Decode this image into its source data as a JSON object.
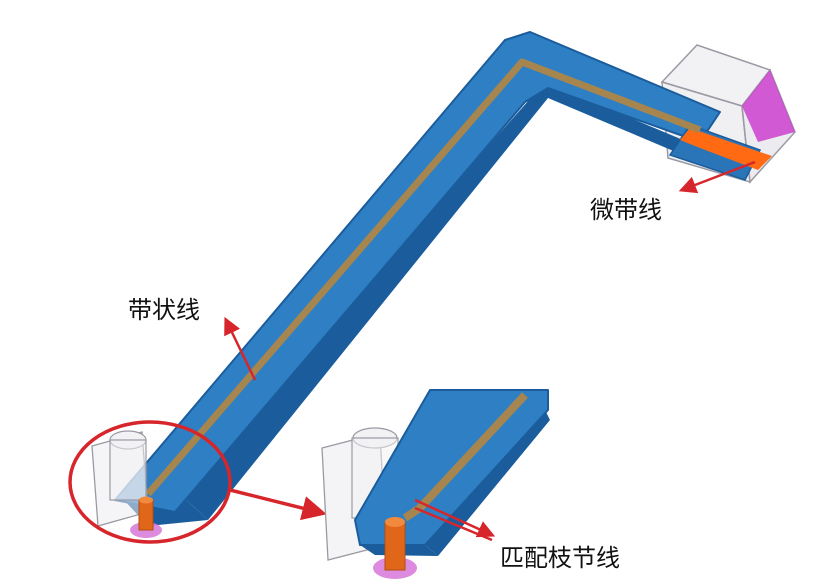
{
  "labels": {
    "microstrip": "微带线",
    "stripline": "带状线",
    "matching_stub": "匹配枝节线"
  },
  "colors": {
    "dielectric_blue": "#2f7fc4",
    "dielectric_edge": "#1b5d9c",
    "strip_conductor": "#a6864e",
    "microstrip_conductor": "#ff6a13",
    "probe": "#e0661a",
    "port_magenta": "#cc3fcf",
    "pointer_red": "#d7262b",
    "transparent_box": "#c8c8cf"
  }
}
